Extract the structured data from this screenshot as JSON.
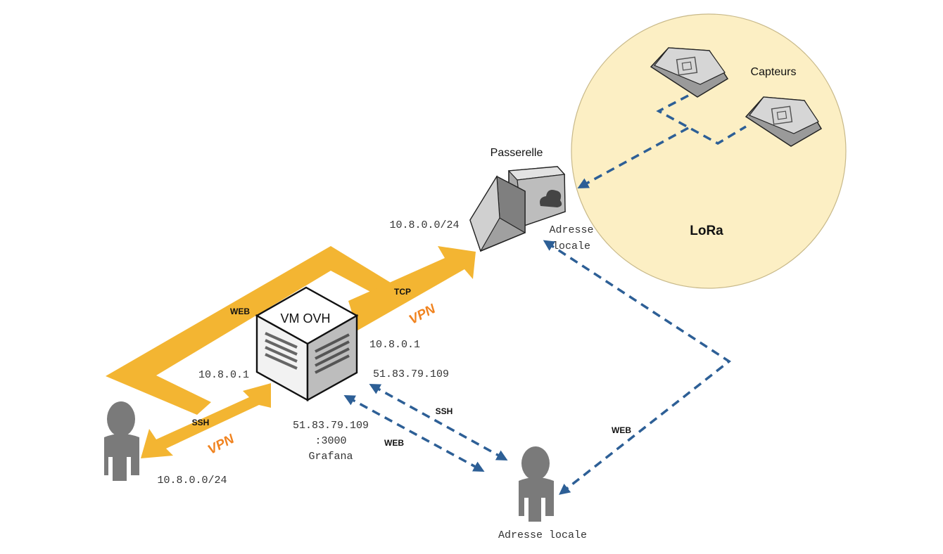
{
  "zone": {
    "label": "LoRa",
    "fill": "#fcefc4"
  },
  "sensors": {
    "label": "Capteurs"
  },
  "gateway": {
    "label": "Passerelle",
    "subnet": "10.8.0.0/24",
    "local_address_line1": "Adresse",
    "local_address_line2": "locale"
  },
  "vm": {
    "label": "VM OVH",
    "ip_vpn_top": "10.8.0.1",
    "ip_vpn_left": "10.8.0.1",
    "public_ip": "51.83.79.109",
    "grafana_line1": "51.83.79.109",
    "grafana_line2": ":3000",
    "grafana_line3": "Grafana"
  },
  "remote_user": {
    "subnet": "10.8.0.0/24"
  },
  "local_user": {
    "label": "Adresse locale"
  },
  "links": {
    "web_vpn": "WEB",
    "tcp": "TCP",
    "vpn_top": "VPN",
    "ssh_vpn": "SSH",
    "vpn_bottom": "VPN",
    "ssh_local": "SSH",
    "web_local": "WEB",
    "web_gateway": "WEB"
  },
  "colors": {
    "vpn_arrow": "#f3b532",
    "vpn_text": "#f0821e",
    "dashed_link": "#2d5f96",
    "person": "#7a7a7a"
  }
}
